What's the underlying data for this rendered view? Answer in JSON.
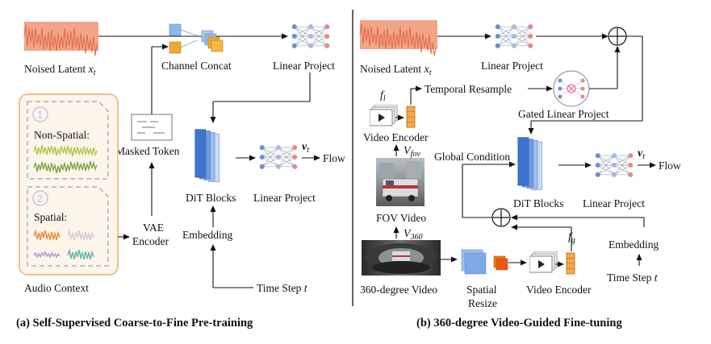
{
  "left": {
    "noised_latent": "Noised Latent",
    "noised_latent_sym": "x",
    "noised_latent_sub": "t",
    "channel_concat": "Channel Concat",
    "linear_project_top": "Linear Project",
    "masked_token": "Masked Token",
    "badge_1": "1",
    "non_spatial": "Non-Spatial:",
    "badge_2": "2",
    "spatial": "Spatial:",
    "audio_context": "Audio Context",
    "vae_line1": "VAE",
    "vae_line2": "Encoder",
    "dit_blocks": "DiT Blocks",
    "linear_project_bottom": "Linear Project",
    "v_sym": "v",
    "v_sub": "t",
    "flow": "Flow",
    "embedding": "Embedding",
    "time_step": "Time Step",
    "time_step_sym": "t",
    "caption": "(a) Self-Supervised Coarse-to-Fine Pre-training"
  },
  "right": {
    "noised_latent": "Noised Latent",
    "noised_latent_sym": "x",
    "noised_latent_sub": "t",
    "linear_project_top": "Linear Project",
    "f_l_sym": "f",
    "f_l_sub": "l",
    "temporal_resample": "Temporal Resample",
    "gated_linear_project": "Gated Linear Project",
    "video_encoder_top": "Video Encoder",
    "v_fov_sym": "V",
    "v_fov_sub": "fov",
    "global_condition": "Global Condition",
    "fov_video": "FOV Video",
    "v_360_sym": "V",
    "v_360_sub": "360",
    "video_360": "360-degree Video",
    "spatial_resize_1": "Spatial",
    "spatial_resize_2": "Resize",
    "video_encoder_bottom": "Video Encoder",
    "f_g_sym": "f",
    "f_g_sub": "g",
    "dit_blocks": "DiT Blocks",
    "linear_project_bottom": "Linear Project",
    "v_sym": "v",
    "v_sub": "t",
    "flow": "Flow",
    "embedding": "Embedding",
    "time_step": "Time Step",
    "time_step_sym": "t",
    "caption": "(b) 360-degree Video-Guided Fine-tuning"
  },
  "colors": {
    "latent": "#ef8f6e",
    "dit_blue": "#5b8fd6",
    "concat_blue": "#8fb8e8",
    "concat_orange": "#f0a830",
    "audio_border": "#f0c090",
    "audio_fill": "#fdf3e8",
    "wave_green": "#8bb84a",
    "wave_orange": "#e8893a",
    "wave_teal": "#5cb8a8",
    "wave_purple": "#a99ad8"
  },
  "icons": [
    "noise-icon",
    "mlp-icon",
    "dit-stack-icon",
    "play-icon",
    "gate-icon",
    "plus-icon"
  ]
}
